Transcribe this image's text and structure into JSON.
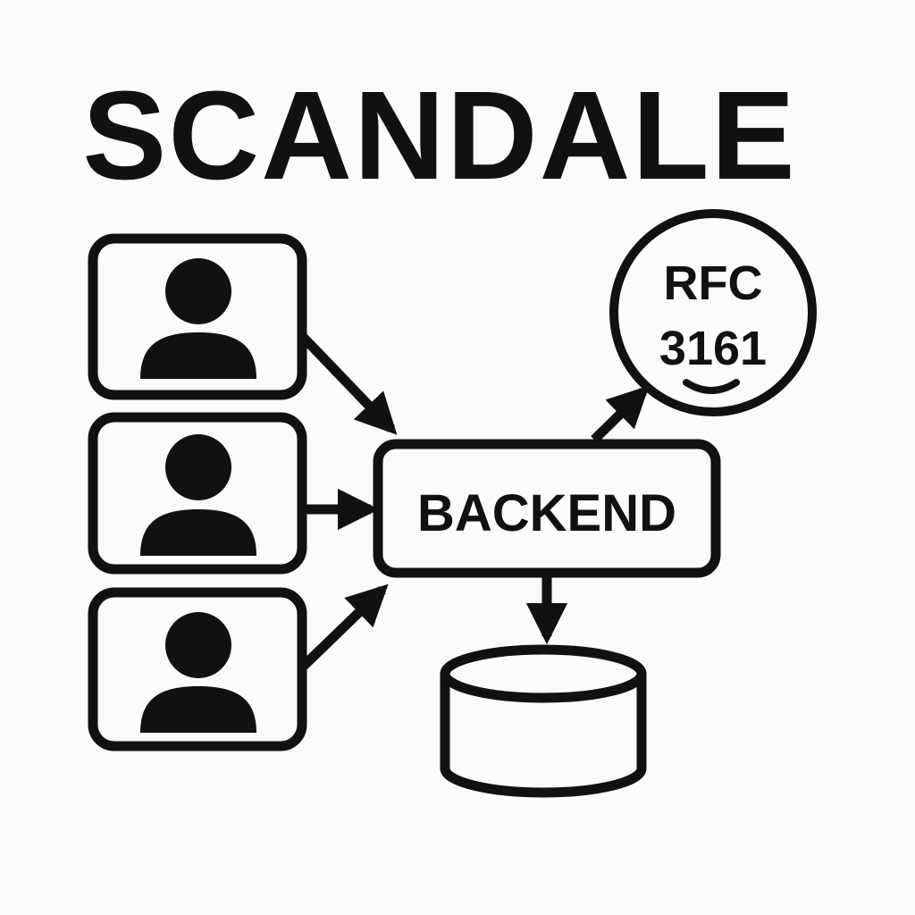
{
  "title": "SCANDALE",
  "backend": {
    "label": "BACKEND"
  },
  "rfc": {
    "line1": "RFC",
    "line2": "3161"
  },
  "users": [
    {
      "icon": "user-icon"
    },
    {
      "icon": "user-icon"
    },
    {
      "icon": "user-icon"
    }
  ],
  "database": {
    "icon": "database-icon"
  },
  "colors": {
    "ink": "#111111",
    "background": "#fbfbf9"
  }
}
